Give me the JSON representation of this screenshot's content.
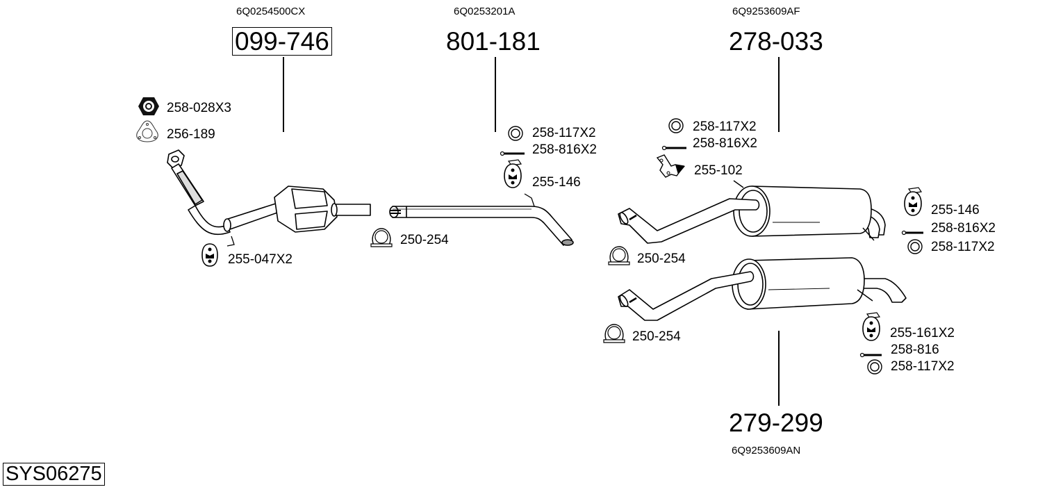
{
  "system_code": "SYS06275",
  "assemblies": [
    {
      "oem": "6Q0254500CX",
      "part_number": "099-746",
      "highlighted": true,
      "name": "catalytic-converter",
      "fittings": [
        {
          "icon": "nut-icon",
          "label": "258-028X3"
        },
        {
          "icon": "flange-gasket-icon",
          "label": "256-189"
        },
        {
          "icon": "rubber-hanger-icon",
          "label": "255-047X2"
        }
      ]
    },
    {
      "oem": "6Q0253201A",
      "part_number": "801-181",
      "highlighted": false,
      "name": "intermediate-pipe",
      "fittings": [
        {
          "icon": "washer-icon",
          "label": "258-117X2"
        },
        {
          "icon": "bolt-icon",
          "label": "258-816X2"
        },
        {
          "icon": "rubber-hanger-icon",
          "label": "255-146"
        },
        {
          "icon": "pipe-clamp-icon",
          "label": "250-254"
        }
      ]
    },
    {
      "oem": "6Q9253609AF",
      "part_number": "278-033",
      "highlighted": false,
      "name": "rear-silencer-upper",
      "fittings": [
        {
          "icon": "washer-icon",
          "label": "258-117X2"
        },
        {
          "icon": "bolt-icon",
          "label": "258-816X2"
        },
        {
          "icon": "bracket-icon",
          "label": "255-102"
        },
        {
          "icon": "pipe-clamp-icon",
          "label": "250-254"
        },
        {
          "icon": "rubber-hanger-icon",
          "label": "255-146"
        },
        {
          "icon": "bolt-icon",
          "label": "258-816X2"
        },
        {
          "icon": "washer-icon",
          "label": "258-117X2"
        }
      ]
    },
    {
      "oem": "6Q9253609AN",
      "part_number": "279-299",
      "highlighted": false,
      "name": "rear-silencer-lower",
      "fittings": [
        {
          "icon": "pipe-clamp-icon",
          "label": "250-254"
        },
        {
          "icon": "rubber-hanger-icon",
          "label": "255-161X2"
        },
        {
          "icon": "bolt-icon",
          "label": "258-816"
        },
        {
          "icon": "washer-icon",
          "label": "258-117X2"
        }
      ]
    }
  ]
}
